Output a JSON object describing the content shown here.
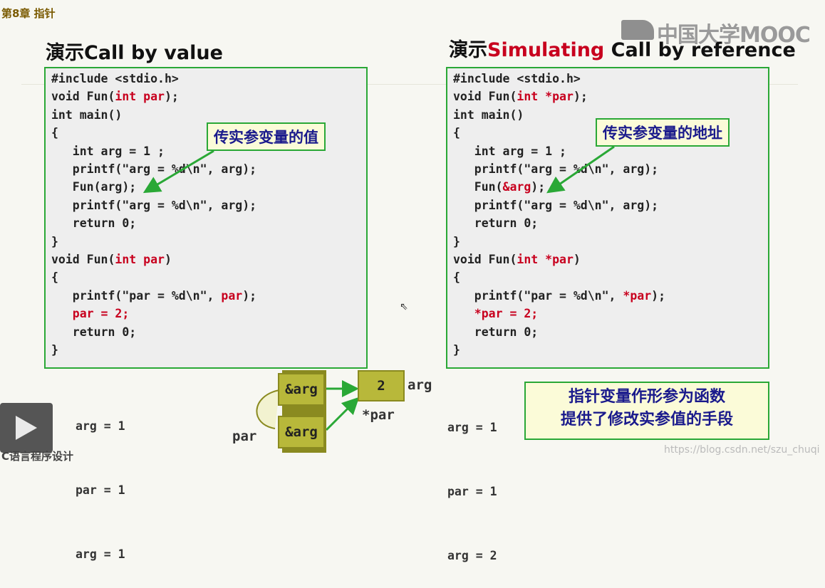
{
  "header": {
    "chapter": "第8章 指针",
    "logo": "中国大学MOOC"
  },
  "left": {
    "title": "演示Call by value",
    "code": [
      [
        {
          "t": "#include <stdio.h>"
        }
      ],
      [
        {
          "t": "void Fun("
        },
        {
          "t": "int par",
          "k": 1
        },
        {
          "t": ");"
        }
      ],
      [
        {
          "t": "int main()"
        }
      ],
      [
        {
          "t": "{"
        }
      ],
      [
        {
          "t": "   int arg = 1 ;"
        }
      ],
      [
        {
          "t": "   printf(\"arg = %d\\n\", arg);"
        }
      ],
      [
        {
          "t": "   Fun(arg);"
        }
      ],
      [
        {
          "t": "   printf(\"arg = %d\\n\", arg);"
        }
      ],
      [
        {
          "t": "   return 0;"
        }
      ],
      [
        {
          "t": "}"
        }
      ],
      [
        {
          "t": "void Fun("
        },
        {
          "t": "int par",
          "k": 1
        },
        {
          "t": ")"
        }
      ],
      [
        {
          "t": "{"
        }
      ],
      [
        {
          "t": "   printf(\"par = %d\\n\", "
        },
        {
          "t": "par",
          "k": 1
        },
        {
          "t": ");"
        }
      ],
      [
        {
          "t": "   par = 2;",
          "k": 1
        }
      ],
      [
        {
          "t": "   return 0;"
        }
      ],
      [
        {
          "t": "}"
        }
      ]
    ],
    "callout": "传实参变量的值",
    "output": [
      "arg = 1",
      "par = 1",
      "arg = 1"
    ]
  },
  "right": {
    "title_prefix": "演示",
    "title_red": "Simulating",
    "title_suffix": " Call by reference",
    "code": [
      [
        {
          "t": "#include <stdio.h>"
        }
      ],
      [
        {
          "t": "void Fun("
        },
        {
          "t": "int *par",
          "k": 1
        },
        {
          "t": ");"
        }
      ],
      [
        {
          "t": "int main()"
        }
      ],
      [
        {
          "t": "{"
        }
      ],
      [
        {
          "t": "   int arg = 1 ;"
        }
      ],
      [
        {
          "t": "   printf(\"arg = %d\\n\", arg);"
        }
      ],
      [
        {
          "t": "   Fun("
        },
        {
          "t": "&arg",
          "k": 1
        },
        {
          "t": ");"
        }
      ],
      [
        {
          "t": "   printf(\"arg = %d\\n\", arg);"
        }
      ],
      [
        {
          "t": "   return 0;"
        }
      ],
      [
        {
          "t": "}"
        }
      ],
      [
        {
          "t": "void Fun("
        },
        {
          "t": "int *par",
          "k": 1
        },
        {
          "t": ")"
        }
      ],
      [
        {
          "t": "{"
        }
      ],
      [
        {
          "t": "   printf(\"par = %d\\n\", "
        },
        {
          "t": "*par",
          "k": 1
        },
        {
          "t": ");"
        }
      ],
      [
        {
          "t": "   *par = 2;",
          "k": 1
        }
      ],
      [
        {
          "t": "   return 0;"
        }
      ],
      [
        {
          "t": "}"
        }
      ]
    ],
    "callout": "传实参变量的地址",
    "output": [
      "arg = 1",
      "par = 1",
      "arg = 2"
    ],
    "summary": [
      "指针变量作形参为函数",
      "提供了修改实参值的手段"
    ]
  },
  "diagram": {
    "box_arg_addr": "&arg",
    "box_par_addr": "&arg",
    "value": "2",
    "arg_label": "arg",
    "par_label": "par",
    "deref_label": "*par"
  },
  "footer": {
    "course": "C语言程序设计",
    "watermark": "https://blog.csdn.net/szu_chuqi"
  },
  "colors": {
    "accent_green": "#2aa836",
    "keyword_red": "#c8001e",
    "callout_text": "#1a1a8c",
    "olive": "#b8b83a"
  }
}
